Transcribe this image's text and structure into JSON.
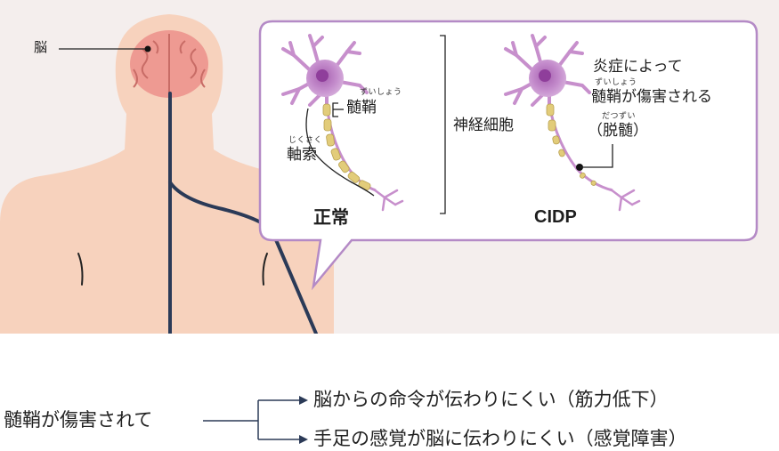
{
  "labels": {
    "brain": "脳",
    "myelin_ruby": "ずいしょう",
    "myelin": "髄鞘",
    "axon_ruby": "じくさく",
    "axon": "軸索",
    "nerve_cell": "神経細胞",
    "normal": "正常",
    "cidp": "CIDP",
    "inflammation": "炎症によって",
    "damaged_ruby": "ずいしょう",
    "damaged": "髄鞘が傷害される",
    "demyelination_ruby": "だつずい",
    "demyelination": "（脱髄）"
  },
  "consequence": {
    "cause": "髄鞘が傷害されて",
    "effect1": "脳からの命令が伝わりにくい（筋力低下）",
    "effect2": "手足の感覚が脳に伝わりにくい（感覚障害）"
  },
  "colors": {
    "background_band": "#f4eeed",
    "skin": "#f7d2bd",
    "brain": "#ee9a92",
    "nerve": "#2b3a57",
    "neuron": "#c78fcc",
    "myelin": "#e2cc7a",
    "bubble_border": "#b48ac6"
  }
}
